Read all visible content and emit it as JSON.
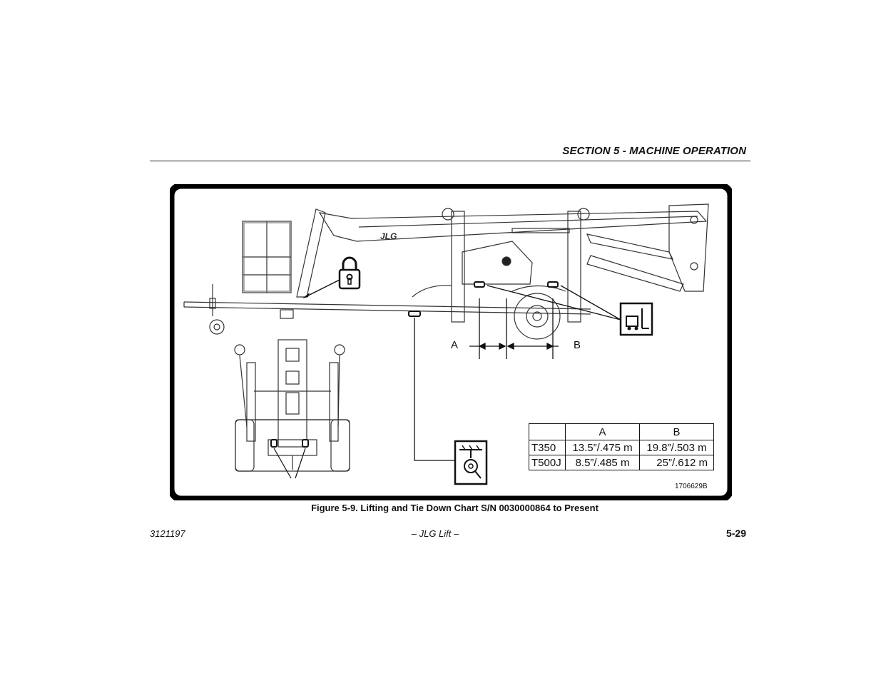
{
  "header": {
    "section_title": "SECTION 5 - MACHINE OPERATION"
  },
  "figure": {
    "dimension_labels": {
      "a": "A",
      "b": "B"
    },
    "table": {
      "columns": [
        "",
        "A",
        "B"
      ],
      "rows": [
        {
          "model": "T350",
          "a": "13.5”/.475 m",
          "b": "19.8”/.503 m"
        },
        {
          "model": "T500J",
          "a": "8.5”/.485 m",
          "b": "25”/.612 m"
        }
      ]
    },
    "figure_id": "1706629B",
    "caption": "Figure 5-9. Lifting and Tie Down Chart S/N 0030000864 to Present"
  },
  "footer": {
    "doc_number": "3121197",
    "center": "– JLG Lift –",
    "page": "5-29"
  }
}
